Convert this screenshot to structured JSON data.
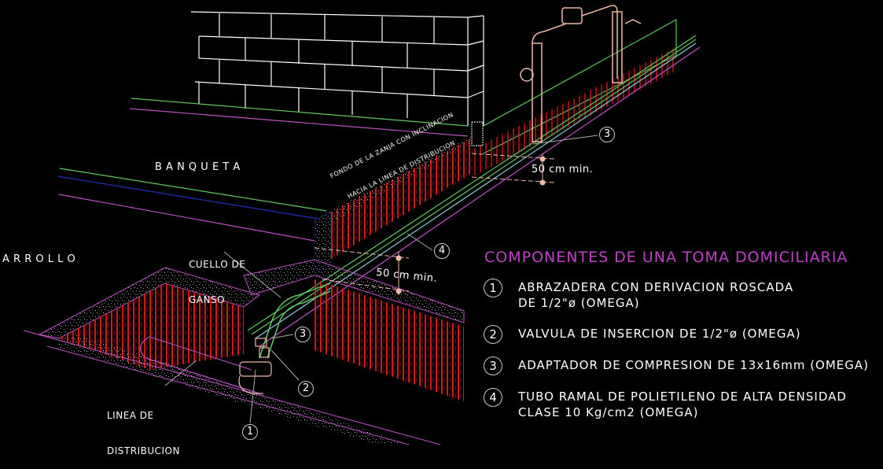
{
  "drawing": {
    "title": "COMPONENTES DE UNA TOMA DOMICILIARIA",
    "colors": {
      "background": "#000000",
      "title": "#c040c8",
      "wall_lines": "#ffffff",
      "edge_green": "#5fc85f",
      "edge_magenta": "#c050c8",
      "edge_blue": "#2030c0",
      "trench_hatch": "#d01818",
      "pipe_fittings": "#f0b8a8",
      "dimension": "#f0b8a8"
    },
    "labels": {
      "banqueta": "B A N Q U E T A",
      "arrollo": "A R R O L L O",
      "fondo_line1": "FONDO DE LA ZANJA CON INCLINACION",
      "fondo_line2": "HACIA LA LINEA DE DISTRIBUCION",
      "cuello_line1": "CUELLO DE",
      "cuello_line2": "GANSO",
      "linea_line1": "LINEA DE",
      "linea_line2": "DISTRIBUCION",
      "dim_upper": "50 cm min.",
      "dim_lower": "50 cm min."
    },
    "callouts": {
      "c1": "1",
      "c2": "2",
      "c3_lower": "3",
      "c3_upper": "3",
      "c4": "4"
    },
    "components": [
      {
        "num": "1",
        "text": "ABRAZADERA CON DERIVACION ROSCADA\nDE 1/2\"ø (OMEGA)"
      },
      {
        "num": "2",
        "text": "VALVULA DE INSERCION DE 1/2\"ø (OMEGA)"
      },
      {
        "num": "3",
        "text": "ADAPTADOR DE COMPRESION DE 13x16mm (OMEGA)"
      },
      {
        "num": "4",
        "text": "TUBO RAMAL DE POLIETILENO DE ALTA DENSIDAD\nCLASE 10 Kg/cm2 (OMEGA)"
      }
    ]
  }
}
